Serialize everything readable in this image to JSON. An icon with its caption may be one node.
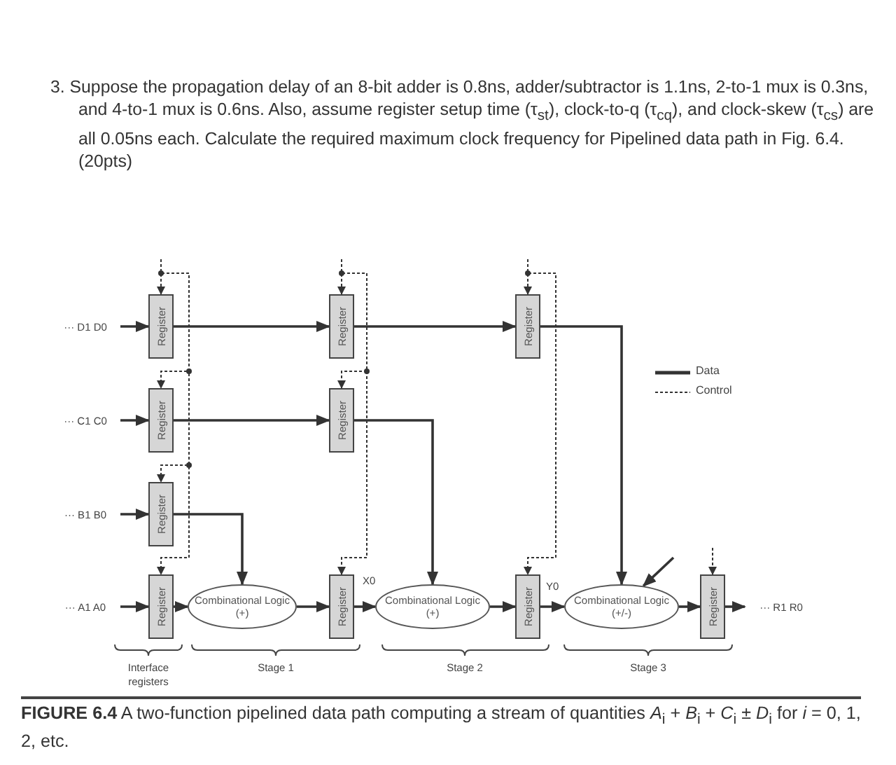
{
  "diagram": {
    "title": "3. Suppose the propagation delay of an 8-bit adder is 0.8ns, adder/subtractor is 1.1ns, 2-to-1 mux is 0.3ns, and 4-to-1 mux is 0.6ns. Also, assume register setup time (τ$_{st}$), clock-to-q (τ$_{cq}$), and clock-skew (τ$_{cs}$) are all 0.05ns each. Calculate the required maximum clock frequency for Pipelined data path in Fig. 6.4. (20pts)",
    "caption": "**FIGURE 6.4** A two-function pipelined data path computing a stream of quantities *A*$_{i}$ + *B*$_{i}$ + *C*$_{i}$ ± *D*$_{i}$ for *i* = 0, 1, 2, etc.",
    "nodes": [
      {
        "text": [
          "··· D1 D0"
        ]
      },
      {
        "text": [
          "··· C1 C0"
        ]
      },
      {
        "text": [
          "··· B1 B0"
        ]
      },
      {
        "text": [
          "··· A1 A0"
        ]
      },
      {
        "text": [
          "Register"
        ]
      },
      {
        "text": [
          "Register"
        ]
      },
      {
        "text": [
          "Register"
        ]
      },
      {
        "text": [
          "Register"
        ]
      },
      {
        "text": [
          "Combinational Logic (+)"
        ]
      },
      {
        "text": [
          "Register"
        ]
      },
      {
        "text": [
          "Register"
        ]
      },
      {
        "text": [
          "Register"
        ]
      },
      {
        "text": [
          "Combinational Logic (+)"
        ]
      },
      {
        "text": [
          "Register"
        ]
      },
      {
        "text": [
          "Register"
        ]
      },
      {
        "text": [
          "Combinational Logic (+/-)"
        ]
      },
      {
        "text": [
          "Register"
        ]
      },
      {
        "text": [
          "··· R1 R0"
        ]
      }
    ],
    "edges": [
      {
        "from": 0,
        "to": 4,
        "arrow": "to"
      },
      {
        "from": 1,
        "to": 5,
        "arrow": "to"
      },
      {
        "from": 2,
        "to": 6,
        "arrow": "to"
      },
      {
        "from": 3,
        "to": 7,
        "arrow": "to"
      },
      {
        "from": 7,
        "to": 8,
        "arrow": "to"
      },
      {
        "from": 6,
        "to": 8,
        "arrow": "to"
      },
      {
        "from": 4,
        "to": 9,
        "arrow": "to"
      },
      {
        "from": 5,
        "to": 10,
        "arrow": "to"
      },
      {
        "from": 8,
        "to": 11,
        "arrow": "to"
      },
      {
        "from": 11,
        "to": 12,
        "arrow": "to",
        "label": "X0"
      },
      {
        "from": 10,
        "to": 12,
        "arrow": "to"
      },
      {
        "from": 9,
        "to": 13,
        "arrow": "to"
      },
      {
        "from": 12,
        "to": 14,
        "arrow": "to"
      },
      {
        "from": 14,
        "to": 15,
        "arrow": "to",
        "label": "Y0"
      },
      {
        "from": 13,
        "to": 15,
        "arrow": "to"
      },
      {
        "from": 15,
        "to": 16,
        "arrow": "to"
      },
      {
        "from": 16,
        "to": 17,
        "arrow": "to"
      },
      {
        "from": null,
        "to": 4,
        "arrow": "to",
        "style": "dashed"
      },
      {
        "from": null,
        "to": 5,
        "arrow": "to",
        "style": "dashed"
      },
      {
        "from": null,
        "to": 6,
        "arrow": "to",
        "style": "dashed"
      },
      {
        "from": null,
        "to": 7,
        "arrow": "to",
        "style": "dashed"
      },
      {
        "from": null,
        "to": 9,
        "arrow": "to",
        "style": "dashed"
      },
      {
        "from": null,
        "to": 10,
        "arrow": "to",
        "style": "dashed"
      },
      {
        "from": null,
        "to": 11,
        "arrow": "to",
        "style": "dashed"
      },
      {
        "from": null,
        "to": 13,
        "arrow": "to",
        "style": "dashed"
      },
      {
        "from": null,
        "to": 14,
        "arrow": "to",
        "style": "dashed"
      },
      {
        "from": null,
        "to": 15,
        "arrow": "to"
      },
      {
        "from": null,
        "to": 16,
        "arrow": "to",
        "style": "dashed"
      }
    ],
    "labels": [
      "Interface registers",
      "Stage 1",
      "Stage 2",
      "Stage 3"
    ],
    "legend": [
      {
        "text": "Data"
      },
      {
        "text": "Control"
      }
    ]
  }
}
